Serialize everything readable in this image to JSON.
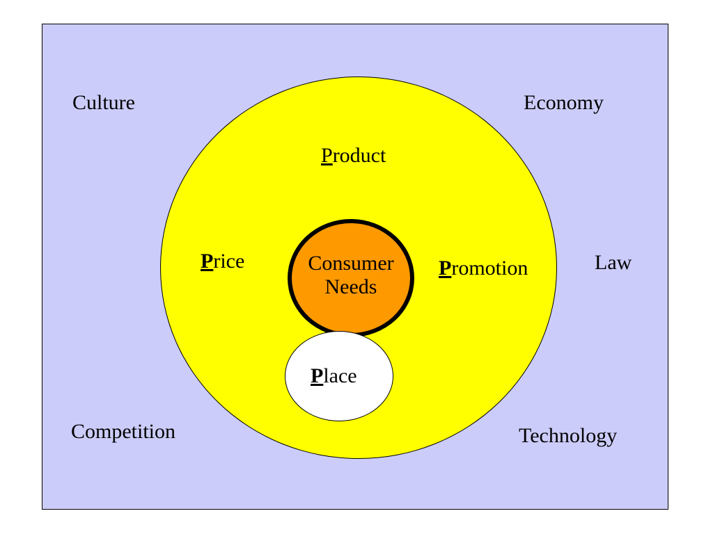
{
  "colors": {
    "background": "#ccccfa",
    "outer_circle": "#ffff00",
    "core_circle": "#ff9900",
    "place_circle": "#ffffff"
  },
  "environment": {
    "culture": "Culture",
    "economy": "Economy",
    "law": "Law",
    "competition": "Competition",
    "technology": "Technology"
  },
  "core": {
    "line1": "Consumer",
    "line2": "Needs"
  },
  "marketing_mix": {
    "product": {
      "initial": "P",
      "rest": "roduct"
    },
    "price": {
      "initial": "P",
      "rest": "rice"
    },
    "promotion": {
      "initial": "P",
      "rest": "romotion"
    },
    "place": {
      "initial": "P",
      "rest": "lace"
    }
  }
}
